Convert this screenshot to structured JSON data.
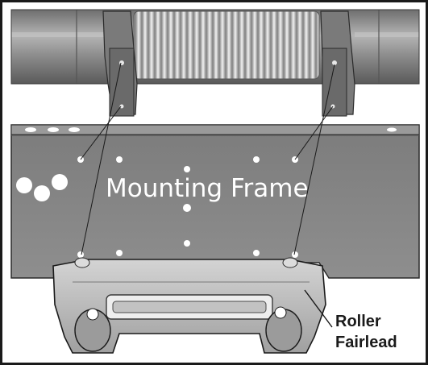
{
  "labels": {
    "mounting_frame": "Mounting Frame",
    "roller_fairlead_line1": "Roller",
    "roller_fairlead_line2": "Fairlead"
  },
  "colors": {
    "frame_plate": "#8a8a8a",
    "drum": "#a9a9a9",
    "fairlead": "#b8b8b8",
    "outline": "#1a1a1a"
  }
}
